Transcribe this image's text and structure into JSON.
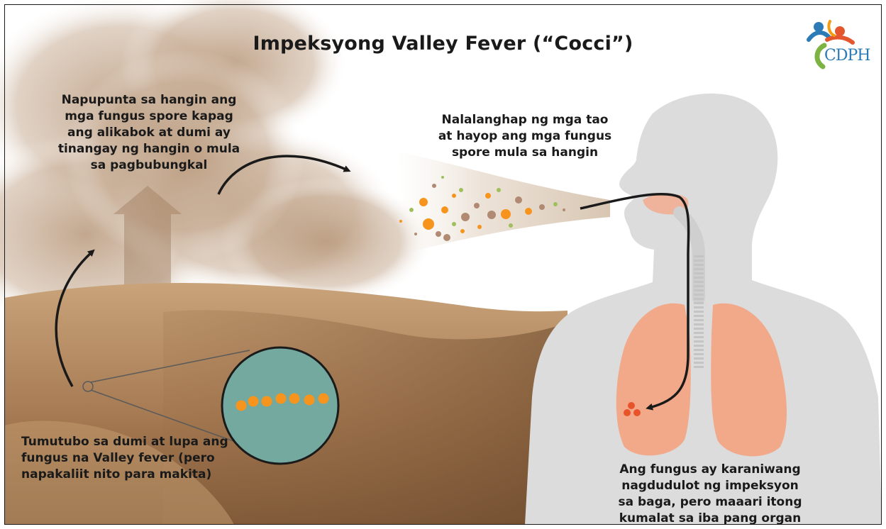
{
  "title": "Impeksyong Valley Fever (“Cocci”)",
  "labels": {
    "dust": [
      "Napupunta sa hangin ang",
      "mga fungus spore kapag",
      "ang alikabok at dumi ay",
      "tinangay ng hangin o mula",
      "sa pagbubungkal"
    ],
    "inhale": [
      "Nalalanghap ng mga tao",
      "at hayop ang mga fungus",
      "spore mula sa hangin"
    ],
    "soil": [
      "Tumutubo sa dumi at lupa ang",
      "fungus na Valley fever (pero",
      "napakaliit nito para makita)"
    ],
    "lung": [
      "Ang fungus ay karaniwang",
      "nagdudulot ng impeksyon",
      "sa baga, pero maaari itong",
      "kumalat sa iba pang organ"
    ]
  },
  "logo": {
    "text": "CDPH",
    "colors": {
      "blue": "#2c7bb6",
      "red": "#e4572e",
      "green": "#7cb342",
      "orange": "#f39c12"
    }
  },
  "colors": {
    "soil_light": "#c9a37a",
    "soil_dark": "#7a5535",
    "dust": "#bfa288",
    "body": "#dcdcdc",
    "lung": "#f2a98a",
    "magnifier": "#74a9a0",
    "spore": "#f7941d",
    "spore_red": "#e8532a",
    "arrow": "#1a1a1a"
  }
}
